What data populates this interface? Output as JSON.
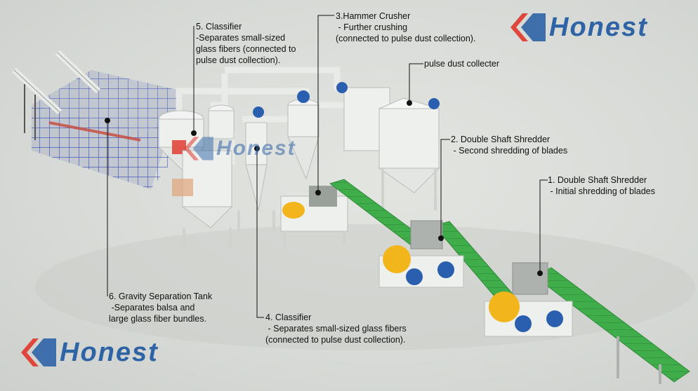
{
  "brand": {
    "name": "Honest",
    "colors": {
      "red": "#e0473c",
      "blue": "#2e63a6",
      "belt": "#3fae4a",
      "motor": "#f2b51c",
      "motor_blue": "#2a5fb0",
      "frame": "#eef0ee",
      "fence": "#3a4fb8"
    }
  },
  "labels": [
    {
      "id": "classifier-5",
      "lines": [
        "5. Classifier",
        "-Separates small-sized",
        "glass fibers (connected to",
        "pulse dust collection)."
      ]
    },
    {
      "id": "hammer-crusher-3",
      "lines": [
        "3.Hammer Crusher",
        " - Further crushing",
        "(connected to pulse dust collection)."
      ]
    },
    {
      "id": "pulse-dust",
      "lines": [
        "pulse dust collecter"
      ]
    },
    {
      "id": "shredder-2",
      "lines": [
        "2. Double Shaft Shredder",
        " - Second shredding of blades"
      ]
    },
    {
      "id": "shredder-1",
      "lines": [
        "1. Double Shaft Shredder",
        " - Initial shredding of blades"
      ]
    },
    {
      "id": "gravity-tank-6",
      "lines": [
        "6. Gravity Separation Tank",
        " -Separates balsa and",
        "large glass fiber bundles."
      ]
    },
    {
      "id": "classifier-4",
      "lines": [
        "4. Classifier",
        " - Separates small-sized glass fibers",
        "(connected to pulse dust collection)."
      ]
    }
  ]
}
